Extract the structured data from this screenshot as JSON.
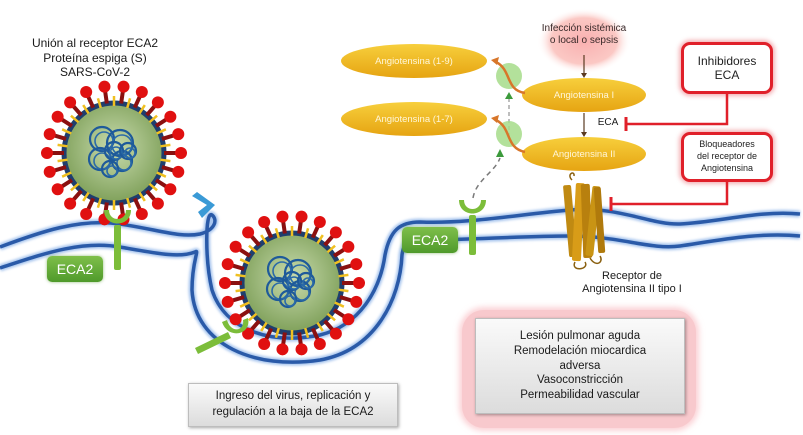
{
  "virus_label": {
    "lines": [
      "Unión al receptor ECA2",
      "Proteína espiga (S)",
      "SARS-CoV-2"
    ]
  },
  "infection_label": {
    "lines": [
      "Infección sistémica",
      "o local o sepsis"
    ]
  },
  "angiotensins": {
    "a19": "Angiotensina (1-9)",
    "a17": "Angiotensina (1-7)",
    "a1": "Angiotensina I",
    "a2": "Angiotensina II"
  },
  "eca_label": "ECA",
  "inhibitors_box": {
    "lines": [
      "Inhibidores",
      "ECA"
    ]
  },
  "blockers_box": {
    "lines": [
      "Bloqueadores",
      "del receptor de",
      "Angiotensina"
    ]
  },
  "eca2_tags": [
    "ECA2",
    "ECA2"
  ],
  "receptor_label": {
    "lines": [
      "Receptor de",
      "Angiotensina II tipo I"
    ]
  },
  "entry_box": {
    "lines": [
      "Ingreso del virus, replicación y",
      "regulación a la baja de la ECA2"
    ]
  },
  "effects_box": {
    "lines": [
      "Lesión pulmonar aguda",
      "Remodelación miocardica",
      "adversa",
      "Vasoconstricción",
      "Permeabilidad vascular"
    ]
  },
  "colors": {
    "membrane": "#2a5aa8",
    "angiotensin": "#f0b418",
    "inhibitor_red": "#e0202a",
    "eca2_green": "#6db33f",
    "spike_red": "#e01010",
    "receptor_gold": "#c08a12"
  }
}
